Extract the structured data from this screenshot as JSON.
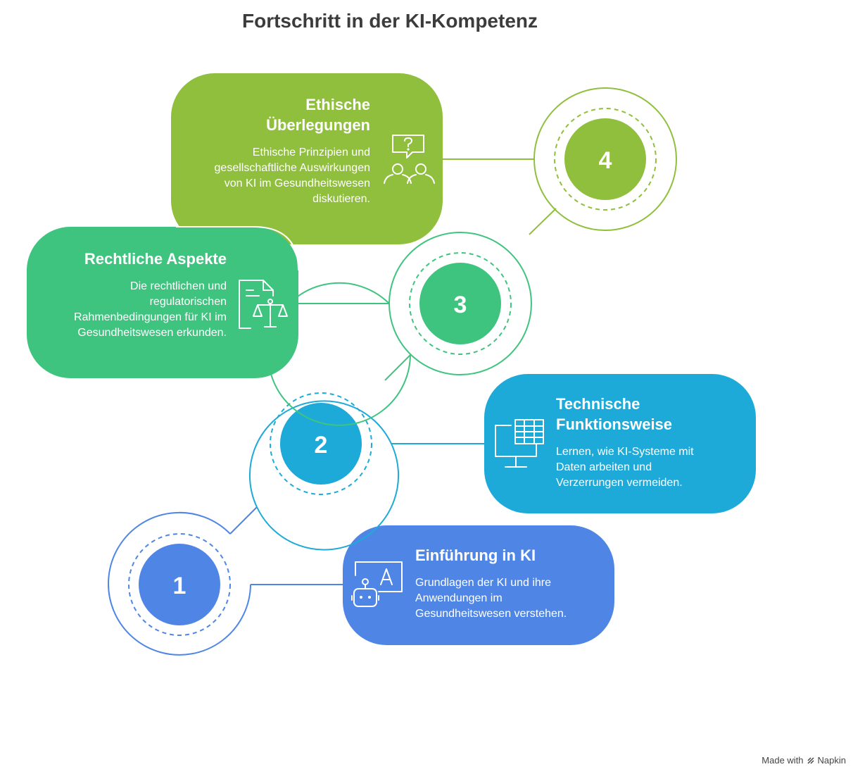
{
  "title": "Fortschritt in der KI-Kompetenz",
  "steps": [
    {
      "number": "1",
      "title": "Einführung in KI",
      "description": "Grundlagen der KI und ihre Anwendungen im Gesundheitswesen verstehen.",
      "color": "#4f86e6",
      "icon": "ai-robot-icon"
    },
    {
      "number": "2",
      "title": "Technische Funktionsweise",
      "description": "Lernen, wie KI-Systeme mit Daten arbeiten und Verzerrungen vermeiden.",
      "color": "#1eaad9",
      "icon": "monitor-table-icon"
    },
    {
      "number": "3",
      "title": "Rechtliche Aspekte",
      "description": "Die rechtlichen und regulatorischen Rahmenbedingungen für KI im Gesundheitswesen erkunden.",
      "color": "#3fc47f",
      "icon": "legal-scale-icon"
    },
    {
      "number": "4",
      "title": "Ethische Überlegungen",
      "description": "Ethische Prinzipien und gesellschaftliche Auswirkungen von KI im Gesundheitswesen diskutieren.",
      "color": "#8fbf3c",
      "icon": "discussion-people-icon"
    }
  ],
  "footer": {
    "prefix": "Made with",
    "brand": "Napkin"
  }
}
